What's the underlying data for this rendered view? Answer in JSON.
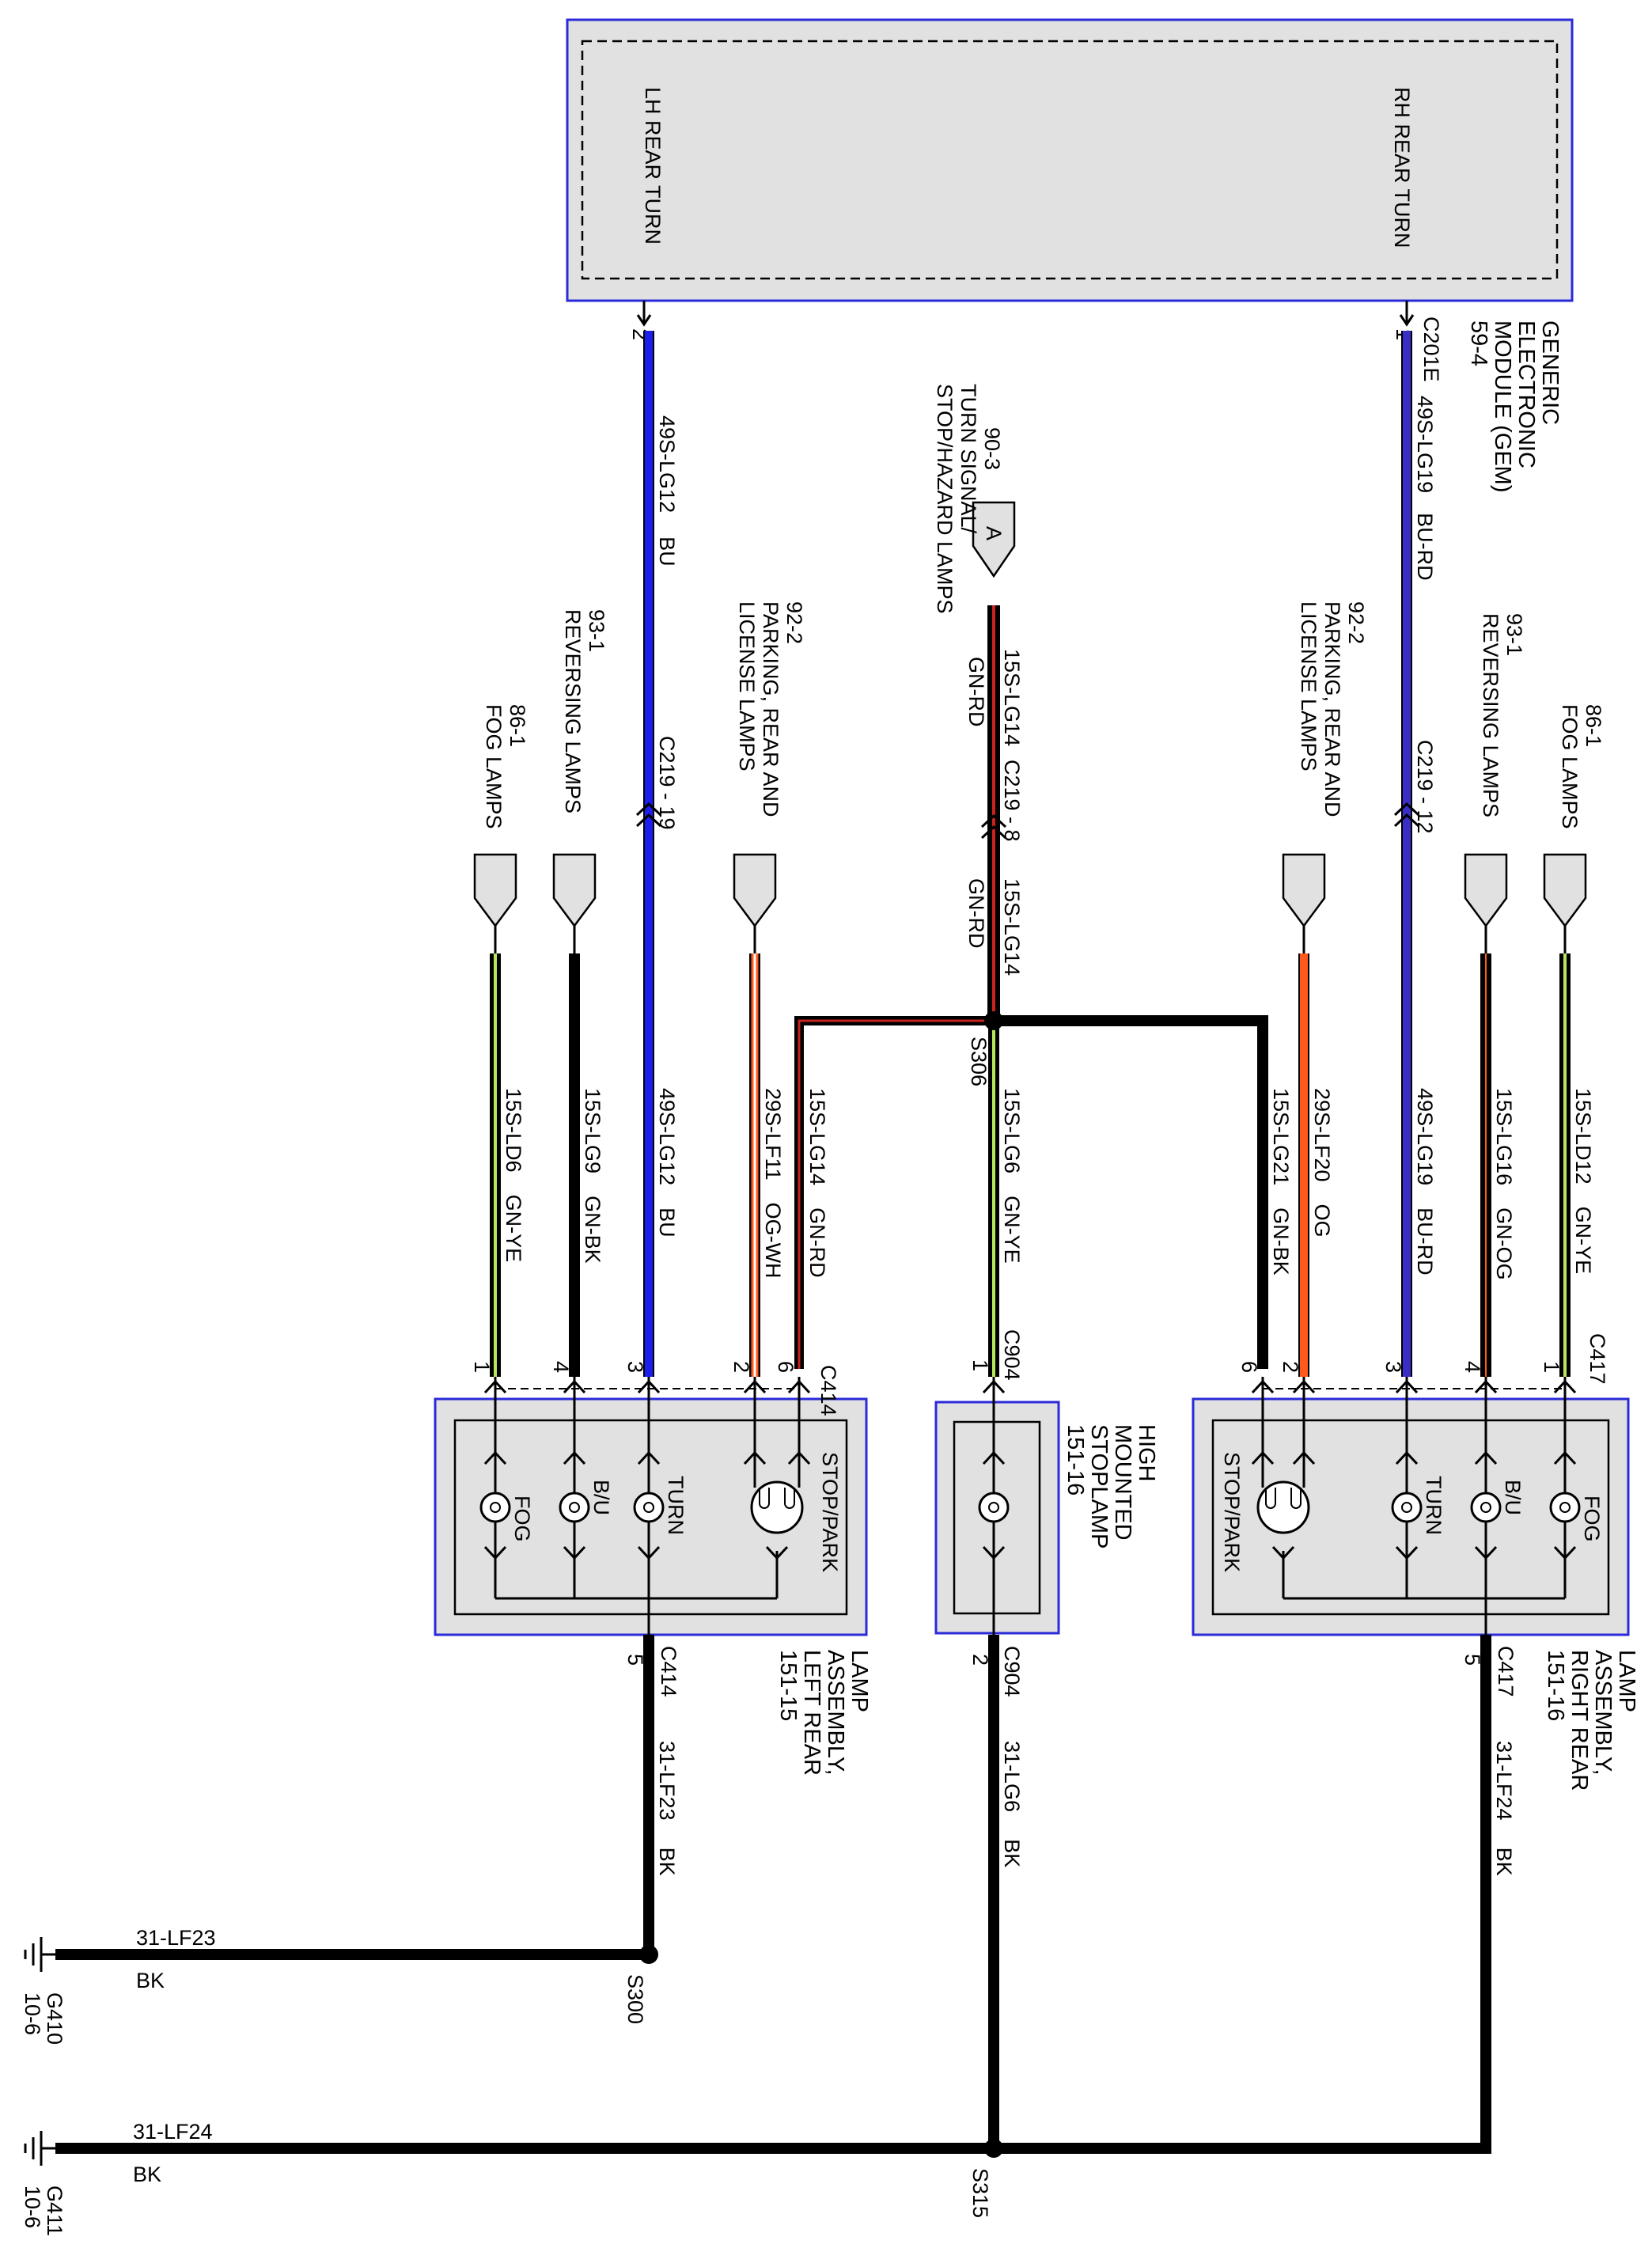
{
  "gem": {
    "lh_output": "LH REAR TURN",
    "rh_output": "RH REAR TURN",
    "title_lines": [
      "GENERIC",
      "ELECTRONIC",
      "MODULE (GEM)",
      "59-4"
    ],
    "connector": "C201E",
    "pin_lh": "2",
    "pin_rh": "1"
  },
  "refs": {
    "turn": {
      "lines": [
        "90-3",
        "TURN SIGNAL/",
        "STOP/HAZARD LAMPS"
      ],
      "tag": "A"
    },
    "left": [
      {
        "lines": [
          "86-1",
          "FOG LAMPS"
        ]
      },
      {
        "lines": [
          "93-1",
          "REVERSING LAMPS"
        ]
      },
      {
        "lines": [
          "92-2",
          "PARKING, REAR AND",
          "LICENSE LAMPS"
        ]
      }
    ],
    "right": [
      {
        "lines": [
          "92-2",
          "PARKING, REAR AND",
          "LICENSE LAMPS"
        ]
      },
      {
        "lines": [
          "93-1",
          "REVERSING LAMPS"
        ]
      },
      {
        "lines": [
          "86-1",
          "FOG LAMPS"
        ]
      }
    ]
  },
  "wires": {
    "lh_turn_upper": {
      "circuit": "49S-LG12",
      "color": "BU"
    },
    "rh_turn_upper": {
      "circuit": "49S-LG19",
      "color": "BU-RD"
    },
    "stop_upper": {
      "circuit": "15S-LG14",
      "color": "GN-RD"
    },
    "stop_mid": {
      "circuit": "15S-LG14",
      "color": "GN-RD"
    },
    "c219_lh": "C219 - 19",
    "c219_stop": "C219 - 8",
    "c219_rh": "C219 - 12",
    "splice_s306": "S306",
    "left": [
      {
        "circuit": "15S-LD6",
        "color": "GN-YE"
      },
      {
        "circuit": "15S-LG9",
        "color": "GN-BK"
      },
      {
        "circuit": "49S-LG12",
        "color": "BU"
      },
      {
        "circuit": "29S-LF11",
        "color": "OG-WH"
      },
      {
        "circuit": "15S-LG14",
        "color": "GN-RD"
      }
    ],
    "center": {
      "circuit": "15S-LG6",
      "color": "GN-YE"
    },
    "right": [
      {
        "circuit": "15S-LG21",
        "color": "GN-BK"
      },
      {
        "circuit": "29S-LF20",
        "color": "OG"
      },
      {
        "circuit": "49S-LG19",
        "color": "BU-RD"
      },
      {
        "circuit": "15S-LG16",
        "color": "GN-OG"
      },
      {
        "circuit": "15S-LD12",
        "color": "GN-YE"
      }
    ]
  },
  "lamps": {
    "left": {
      "connector": "C414",
      "pins": [
        "1",
        "4",
        "3",
        "2",
        "6"
      ],
      "ground_pin": "5",
      "bulbs": [
        "FOG",
        "B/U",
        "TURN",
        "STOP/PARK"
      ],
      "title_lines": [
        "LAMP",
        "ASSEMBLY,",
        "LEFT REAR",
        "151-15"
      ]
    },
    "center": {
      "connector": "C904",
      "pin_in": "1",
      "pin_out": "2",
      "title_lines": [
        "HIGH",
        "MOUNTED",
        "STOPLAMP",
        "151-16"
      ]
    },
    "right": {
      "connector": "C417",
      "pins": [
        "6",
        "2",
        "3",
        "4",
        "1"
      ],
      "ground_pin": "5",
      "bulbs": [
        "STOP/PARK",
        "TURN",
        "B/U",
        "FOG"
      ],
      "title_lines": [
        "LAMP",
        "ASSEMBLY,",
        "RIGHT REAR",
        "151-16"
      ]
    }
  },
  "grounds": {
    "left_wire": {
      "circuit": "31-LF23",
      "color": "BK"
    },
    "center_wire": {
      "circuit": "31-LG6",
      "color": "BK"
    },
    "right_wire": {
      "circuit": "31-LF24",
      "color": "BK"
    },
    "s300": "S300",
    "s315": "S315",
    "g410": {
      "circuit": "31-LF23",
      "color": "BK",
      "id": "G410",
      "ref": "10-6"
    },
    "g411": {
      "circuit": "31-LF24",
      "color": "BK",
      "id": "G411",
      "ref": "10-6"
    }
  },
  "palette": {
    "blue": "#1d1df0",
    "blue_red": "#3a2ec8",
    "red": "#c8231c",
    "orange": "#ff5a1a",
    "green_yellow": "#b8e85a",
    "box_fill": "#e1e1e1",
    "box_border": "#2a2ad8"
  }
}
